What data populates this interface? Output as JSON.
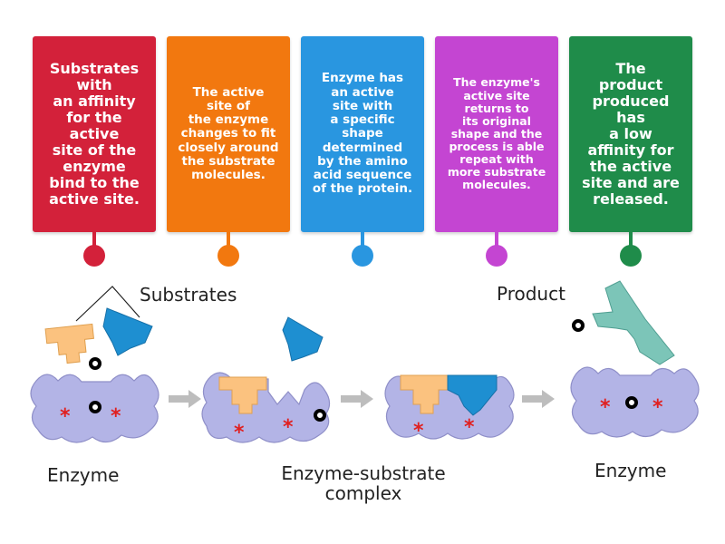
{
  "cards": [
    {
      "id": "step-1",
      "color": "#d3213a",
      "size": "big",
      "text": "Substrates\nwith\nan affinity\nfor the\nactive\nsite of the\nenzyme\nbind to the\nactive site."
    },
    {
      "id": "step-2",
      "color": "#f2780f",
      "size": "mid",
      "text": "The active\nsite of\nthe enzyme\nchanges to fit\nclosely around\nthe substrate\nmolecules."
    },
    {
      "id": "step-3",
      "color": "#2996e0",
      "size": "mid",
      "text": "Enzyme has\nan active\nsite with\na specific\nshape\ndetermined\nby the amino\nacid sequence\nof the protein."
    },
    {
      "id": "step-4",
      "color": "#c445d2",
      "size": "sm",
      "text": "The enzyme's\nactive site\nreturns to\nits original\nshape and the\nprocess is able\nrepeat with\nmore substrate\nmolecules."
    },
    {
      "id": "step-5",
      "color": "#1f8c4a",
      "size": "big",
      "text": "The\nproduct\nproduced\nhas\na low\naffinity for\nthe active\nsite and are\nreleased."
    }
  ],
  "labels": {
    "substrates": "Substrates",
    "product": "Product",
    "enzyme_left": "Enzyme",
    "complex": "Enzyme-substrate\ncomplex",
    "enzyme_right": "Enzyme"
  },
  "colors": {
    "enzyme": "#b3b4e6",
    "enzyme_outline": "#8f8fc8",
    "substrate_orange": "#fbc27f",
    "substrate_blue": "#1e8fd1",
    "product": "#7cc5b8",
    "active_site_star": "#e02020",
    "arrow": "#bdbdbd"
  }
}
